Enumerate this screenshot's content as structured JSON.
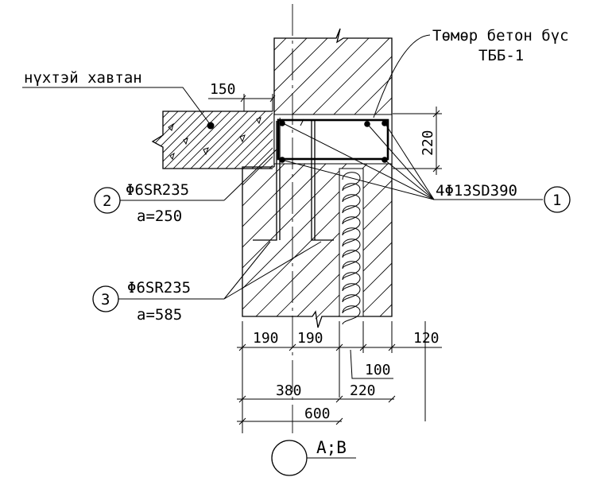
{
  "labels": {
    "slab": "нүхтэй хавтан",
    "beam_name_line1": "Төмөр бетон бүс",
    "beam_name_line2": "ТББ-1",
    "rebar_main": "4Φ13SD390",
    "stirrup_2_spec": "Φ6SR235",
    "stirrup_2_spacing": "a=250",
    "stirrup_3_spec": "Φ6SR235",
    "stirrup_3_spacing": "a=585",
    "grid_axis": "A;B"
  },
  "callouts": {
    "c1": "1",
    "c2": "2",
    "c3": "3"
  },
  "dimensions": {
    "slab_bearing": "150",
    "beam_height": "220",
    "wall_left_1": "190",
    "wall_left_2": "190",
    "wall_right": "120",
    "insulation": "100",
    "masonry_total": "380",
    "insul_plus_brick": "220",
    "overall": "600"
  }
}
